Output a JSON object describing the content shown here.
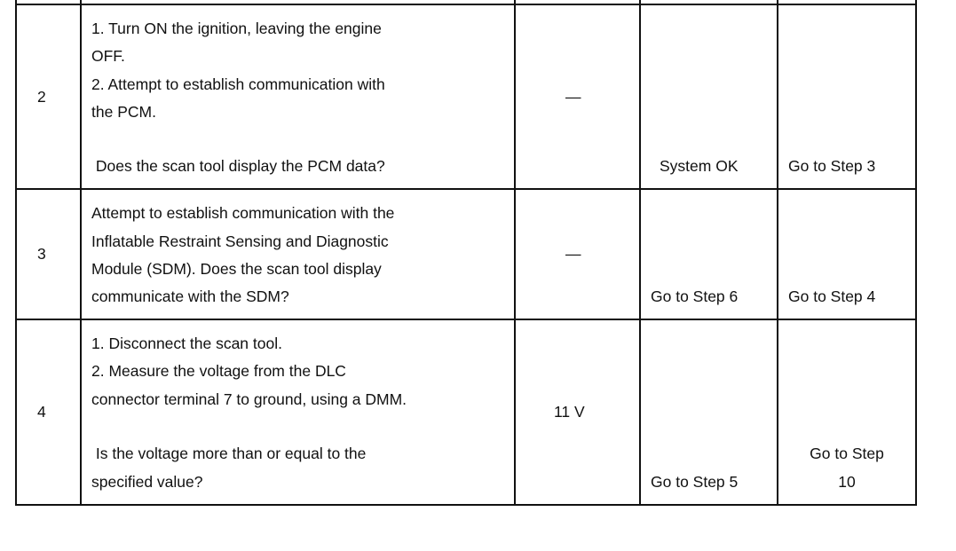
{
  "table": {
    "rows": [
      {
        "step": "2",
        "action_lines": [
          "1.  Turn ON the ignition, leaving the engine",
          "OFF.",
          "2.  Attempt to establish communication with",
          "the PCM.",
          " Does the scan tool display the PCM data?"
        ],
        "value": "—",
        "yes": "System OK",
        "no": "Go to Step 3"
      },
      {
        "step": "3",
        "action_lines": [
          "Attempt to establish communication with the",
          "Inflatable Restraint Sensing and Diagnostic",
          "Module (SDM). Does the scan tool display",
          "communicate with the SDM?"
        ],
        "value": "—",
        "yes": "Go to Step 6",
        "no": "Go to Step 4"
      },
      {
        "step": "4",
        "action_lines": [
          "1.  Disconnect the scan tool.",
          "2.  Measure the voltage from the DLC",
          "connector terminal 7 to ground, using a DMM.",
          " Is the voltage more than or equal to the",
          "specified value?"
        ],
        "value": "11 V",
        "yes": "Go to Step 5",
        "no_lines": [
          "Go to Step",
          "10"
        ]
      }
    ]
  }
}
